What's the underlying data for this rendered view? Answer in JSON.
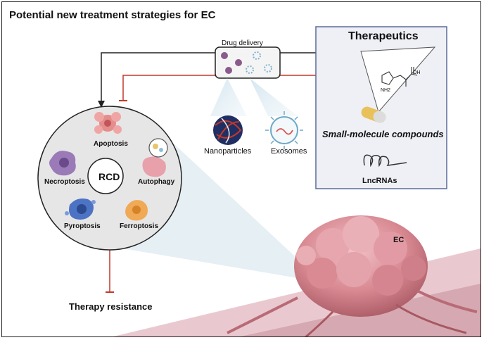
{
  "title": "Potential new treatment strategies for EC",
  "drug_delivery": {
    "label": "Drug delivery",
    "carriers": [
      "Nanoparticles",
      "Exosomes"
    ]
  },
  "therapeutics": {
    "title": "Therapeutics",
    "items": [
      "Small-molecule compounds",
      "LncRNAs"
    ]
  },
  "rcd": {
    "center": "RCD",
    "types": [
      "Apoptosis",
      "Necroptosis",
      "Autophagy",
      "Pyroptosis",
      "Ferroptosis"
    ]
  },
  "tumor_label": "EC",
  "outcome": "Therapy resistance",
  "molecule_labels": [
    "OH",
    "NH2"
  ],
  "colors": {
    "arrow_black": "#222222",
    "inhibit_red": "#c0392b",
    "panel_border": "#5b6a99",
    "panel_fill": "#eef0f5",
    "circle_fill": "#e6e6e6",
    "tumor": "#d98a93"
  }
}
